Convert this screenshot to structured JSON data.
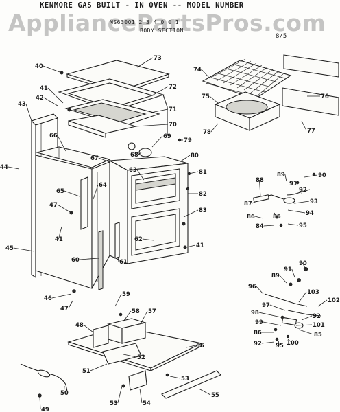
{
  "header": {
    "title": "KENMORE GAS BUILT - IN OVEN -- MODEL NUMBER",
    "model": "MS63001 2 3 4 0 0 1",
    "section": "BODY SECTION",
    "page": "8/5"
  },
  "watermark": "AppliancePartsPros.com",
  "parts": [
    {
      "id": "p40",
      "num": "40"
    },
    {
      "id": "p73",
      "num": "73"
    },
    {
      "id": "p74",
      "num": "74"
    },
    {
      "id": "p41a",
      "num": "41"
    },
    {
      "id": "p42",
      "num": "42"
    },
    {
      "id": "p43",
      "num": "43"
    },
    {
      "id": "p72",
      "num": "72"
    },
    {
      "id": "p71",
      "num": "71"
    },
    {
      "id": "p70",
      "num": "70"
    },
    {
      "id": "p75",
      "num": "75"
    },
    {
      "id": "p76",
      "num": "76"
    },
    {
      "id": "p77",
      "num": "77"
    },
    {
      "id": "p78",
      "num": "78"
    },
    {
      "id": "p69",
      "num": "69"
    },
    {
      "id": "p79",
      "num": "79"
    },
    {
      "id": "p66",
      "num": "66"
    },
    {
      "id": "p68",
      "num": "68"
    },
    {
      "id": "p67",
      "num": "67"
    },
    {
      "id": "p80",
      "num": "80"
    },
    {
      "id": "p44",
      "num": "44"
    },
    {
      "id": "p63",
      "num": "63"
    },
    {
      "id": "p81",
      "num": "81"
    },
    {
      "id": "p88",
      "num": "88"
    },
    {
      "id": "p89a",
      "num": "89"
    },
    {
      "id": "p90a",
      "num": "90"
    },
    {
      "id": "p91a",
      "num": "91"
    },
    {
      "id": "p92a",
      "num": "92"
    },
    {
      "id": "p65",
      "num": "65"
    },
    {
      "id": "p64",
      "num": "64"
    },
    {
      "id": "p82",
      "num": "82"
    },
    {
      "id": "p87",
      "num": "87"
    },
    {
      "id": "p93",
      "num": "93"
    },
    {
      "id": "p47a",
      "num": "47"
    },
    {
      "id": "p83",
      "num": "83"
    },
    {
      "id": "p86a",
      "num": "86"
    },
    {
      "id": "p85a",
      "num": "85"
    },
    {
      "id": "p94",
      "num": "94"
    },
    {
      "id": "p84",
      "num": "84"
    },
    {
      "id": "p95a",
      "num": "95"
    },
    {
      "id": "p41b",
      "num": "41"
    },
    {
      "id": "p62",
      "num": "62"
    },
    {
      "id": "p61",
      "num": "61"
    },
    {
      "id": "p41c",
      "num": "41"
    },
    {
      "id": "p45",
      "num": "45"
    },
    {
      "id": "p60",
      "num": "60"
    },
    {
      "id": "p90b",
      "num": "90"
    },
    {
      "id": "p91b",
      "num": "91"
    },
    {
      "id": "p89b",
      "num": "89"
    },
    {
      "id": "p96",
      "num": "96"
    },
    {
      "id": "p103",
      "num": "103"
    },
    {
      "id": "p102",
      "num": "102"
    },
    {
      "id": "p46",
      "num": "46"
    },
    {
      "id": "p47b",
      "num": "47"
    },
    {
      "id": "p59",
      "num": "59"
    },
    {
      "id": "p97",
      "num": "97"
    },
    {
      "id": "p98",
      "num": "98"
    },
    {
      "id": "p92b",
      "num": "92"
    },
    {
      "id": "p101",
      "num": "101"
    },
    {
      "id": "p58",
      "num": "58"
    },
    {
      "id": "p57",
      "num": "57"
    },
    {
      "id": "p99",
      "num": "99"
    },
    {
      "id": "p85b",
      "num": "85"
    },
    {
      "id": "p48",
      "num": "48"
    },
    {
      "id": "p86b",
      "num": "86"
    },
    {
      "id": "p92c",
      "num": "92"
    },
    {
      "id": "p95b",
      "num": "95"
    },
    {
      "id": "p100",
      "num": "100"
    },
    {
      "id": "p56",
      "num": "56"
    },
    {
      "id": "p52",
      "num": "52"
    },
    {
      "id": "p51",
      "num": "51"
    },
    {
      "id": "p53a",
      "num": "53"
    },
    {
      "id": "p50",
      "num": "50"
    },
    {
      "id": "p55",
      "num": "55"
    },
    {
      "id": "p53b",
      "num": "53"
    },
    {
      "id": "p54",
      "num": "54"
    },
    {
      "id": "p49",
      "num": "49"
    }
  ]
}
